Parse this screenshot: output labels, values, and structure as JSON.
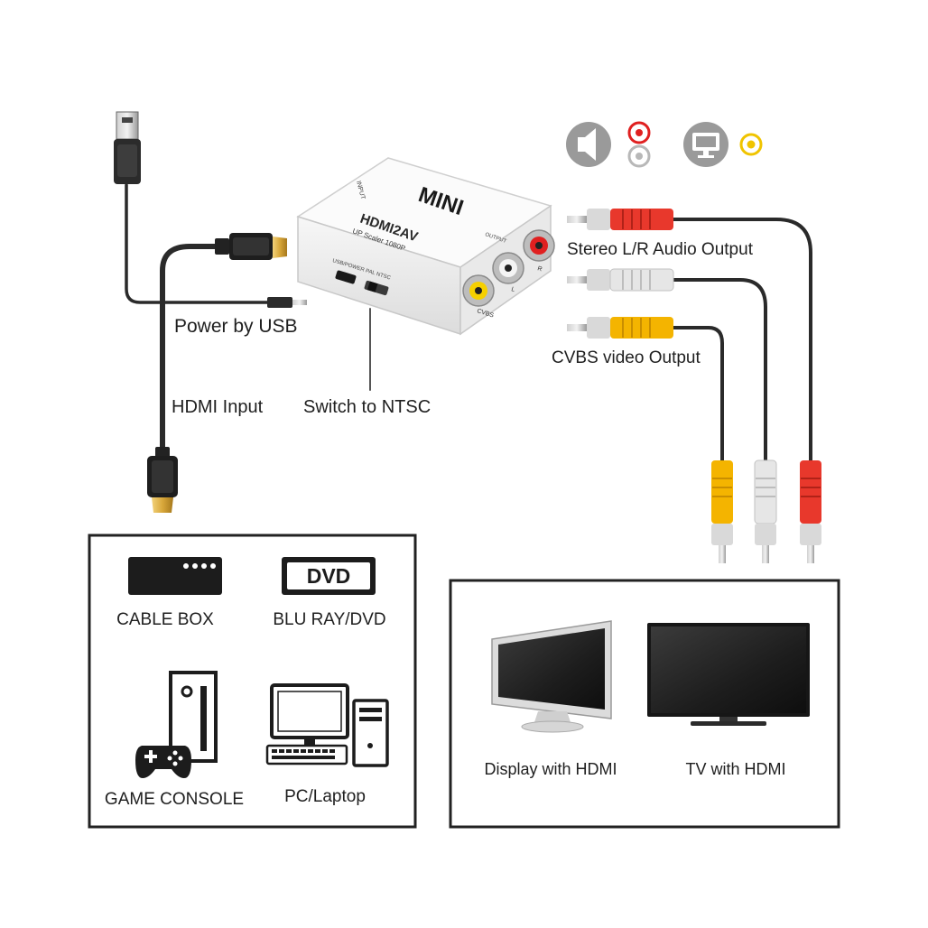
{
  "device": {
    "brand": "MINI",
    "model": "HDMI2AV",
    "subtitle": "UP Scaler 1080P",
    "input_label": "INPUT",
    "output_label": "OUTPUT",
    "port_labels": {
      "cvbs": "CVBS",
      "left": "L",
      "right": "R"
    },
    "switch_label": "USB/POWER PAL NTSC"
  },
  "callouts": {
    "power": "Power by USB",
    "hdmi_input": "HDMI Input",
    "switch": "Switch to NTSC",
    "audio_output": "Stereo L/R Audio Output",
    "video_output": "CVBS video Output"
  },
  "sources": {
    "items": [
      {
        "label": "CABLE BOX",
        "icon": "cable-box-icon"
      },
      {
        "label": "BLU RAY/DVD",
        "icon": "dvd-player-icon",
        "badge": "DVD"
      },
      {
        "label": "GAME CONSOLE",
        "icon": "game-console-icon"
      },
      {
        "label": "PC/Laptop",
        "icon": "pc-icon"
      }
    ]
  },
  "displays": {
    "items": [
      {
        "label": "Display with HDMI",
        "icon": "monitor-icon"
      },
      {
        "label": "TV with HDMI",
        "icon": "tv-icon"
      }
    ]
  },
  "legend_icons": [
    "speaker-icon",
    "audio-jack-icon",
    "monitor-icon",
    "video-jack-icon"
  ],
  "colors": {
    "red_plug": "#e8382c",
    "white_plug": "#e6e6e6",
    "yellow_plug": "#f4b400",
    "cable": "#2a2a2a",
    "gold": "#d8a73a"
  }
}
